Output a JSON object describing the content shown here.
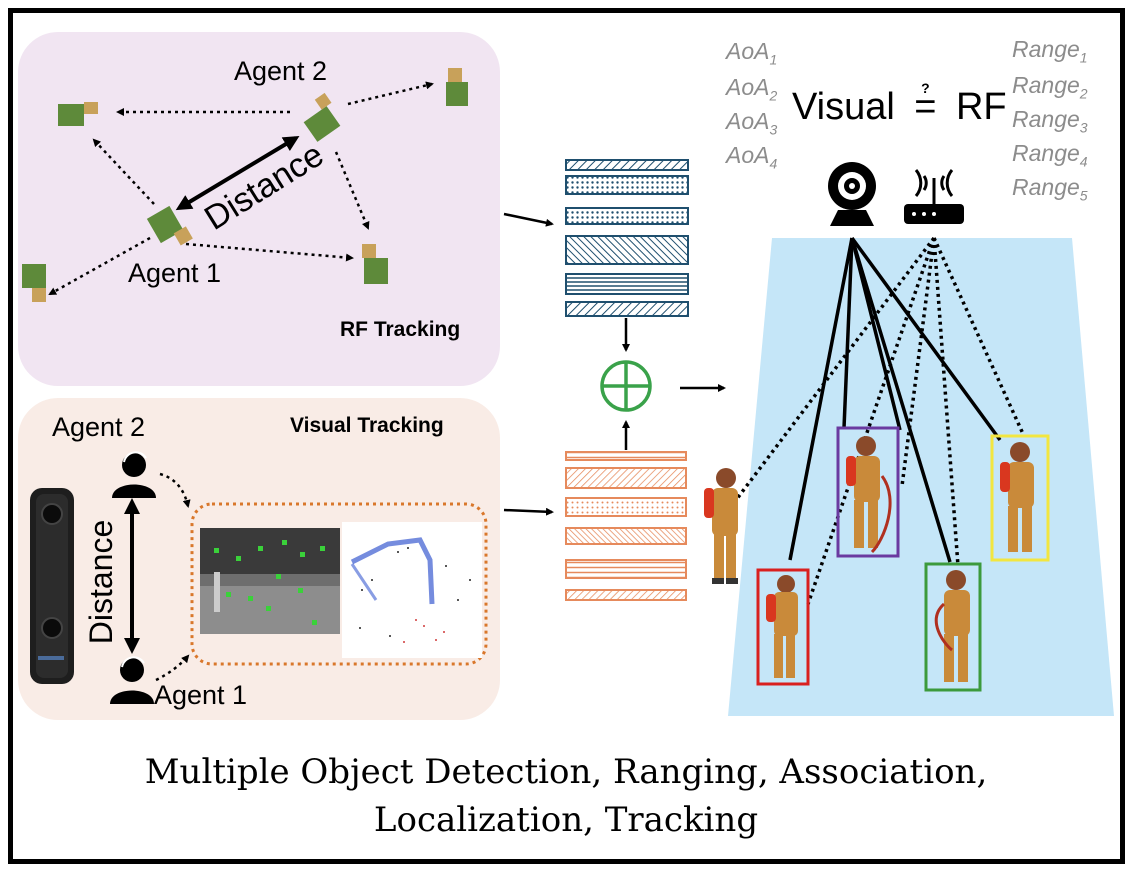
{
  "rf_tracking": {
    "title": "RF Tracking",
    "agent_1": "Agent 1",
    "agent_2": "Agent 2",
    "distance": "Distance"
  },
  "visual_tracking": {
    "title": "Visual Tracking",
    "agent_1": "Agent 1",
    "agent_2": "Agent 2",
    "distance": "Distance"
  },
  "aoa": [
    {
      "base": "AoA",
      "sub": "1"
    },
    {
      "base": "AoA",
      "sub": "2"
    },
    {
      "base": "AoA",
      "sub": "3"
    },
    {
      "base": "AoA",
      "sub": "4"
    }
  ],
  "range": [
    {
      "base": "Range",
      "sub": "1"
    },
    {
      "base": "Range",
      "sub": "2"
    },
    {
      "base": "Range",
      "sub": "3"
    },
    {
      "base": "Range",
      "sub": "4"
    },
    {
      "base": "Range",
      "sub": "5"
    }
  ],
  "visual_eq_rf": {
    "left": "Visual",
    "question": "?",
    "right": "RF"
  },
  "caption": {
    "line1": "Multiple Object Detection, Ranging, Association,",
    "line2": "Localization, Tracking"
  },
  "colors": {
    "rf_panel": "#f1e5f2",
    "visual_panel": "#f9ece6",
    "scene": "#c5e6f8",
    "rf_feature": "#1f4f6e",
    "visual_feature": "#e68a5c",
    "fusion": "#3aa24a",
    "box_red": "#d9201f",
    "box_purple": "#6a3aa0",
    "box_green": "#3c9a3c",
    "box_yellow": "#f2e640",
    "dotted_orange": "#d9772b"
  },
  "icons": [
    "camera-icon",
    "router-icon",
    "person-icon",
    "depth-camera-icon",
    "rf-node-icon",
    "firefighter-icon",
    "fusion-plus-icon"
  ]
}
